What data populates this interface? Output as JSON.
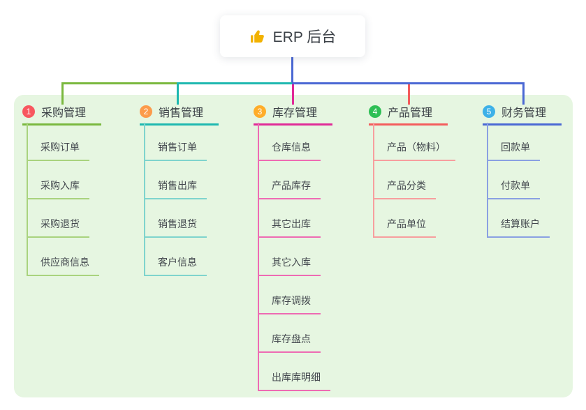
{
  "root": {
    "title": "ERP 后台",
    "icon": "thumbs-up-icon",
    "icon_color": "#f2b200"
  },
  "canvas": {
    "background": "#e6f6e1"
  },
  "branches": [
    {
      "num": "1",
      "label": "采购管理",
      "badge_color": "#f8575f",
      "line_color": "#7ab83e",
      "sub_line_color": "#a9d37e",
      "children": [
        "采购订单",
        "采购入库",
        "采购退货",
        "供应商信息"
      ]
    },
    {
      "num": "2",
      "label": "销售管理",
      "badge_color": "#fc9b4b",
      "line_color": "#1eb8b0",
      "sub_line_color": "#7fd4cd",
      "children": [
        "销售订单",
        "销售出库",
        "销售退货",
        "客户信息"
      ]
    },
    {
      "num": "3",
      "label": "库存管理",
      "badge_color": "#ffad29",
      "line_color": "#e02a97",
      "sub_line_color": "#ee6bb3",
      "children": [
        "仓库信息",
        "产品库存",
        "其它出库",
        "其它入库",
        "库存调拨",
        "库存盘点",
        "出库库明细"
      ]
    },
    {
      "num": "4",
      "label": "产品管理",
      "badge_color": "#2ebf55",
      "line_color": "#f45c5c",
      "sub_line_color": "#f79e9e",
      "children": [
        "产品（物料）",
        "产品分类",
        "产品单位"
      ]
    },
    {
      "num": "5",
      "label": "财务管理",
      "badge_color": "#3db1e8",
      "line_color": "#4a68d4",
      "sub_line_color": "#8aa0e2",
      "children": [
        "回款单",
        "付款单",
        "结算账户"
      ]
    }
  ]
}
